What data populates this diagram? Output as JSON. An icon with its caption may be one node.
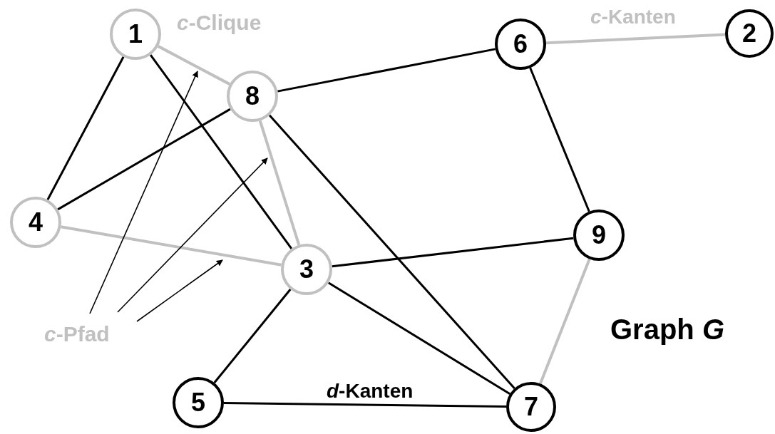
{
  "diagram": {
    "title": "Graph *G*",
    "nodes": [
      {
        "text": [
          "1"
        ]
      },
      {
        "text": [
          "6"
        ]
      },
      {
        "text": [
          "2"
        ]
      },
      {
        "text": [
          "8"
        ]
      },
      {
        "text": [
          "4"
        ]
      },
      {
        "text": [
          "9"
        ]
      },
      {
        "text": [
          "3"
        ]
      },
      {
        "text": [
          "*c*-Pfad"
        ]
      },
      {
        "text": [
          "5"
        ]
      },
      {
        "text": [
          "7"
        ]
      }
    ],
    "edges": [
      {
        "from": 0,
        "to": 4,
        "arrow": "none"
      },
      {
        "from": 0,
        "to": 6,
        "arrow": "none"
      },
      {
        "from": 0,
        "to": 3,
        "arrow": "none",
        "color": "#c0c0c0"
      },
      {
        "from": 3,
        "to": 1,
        "arrow": "none"
      },
      {
        "from": 3,
        "to": 4,
        "arrow": "none"
      },
      {
        "from": 3,
        "to": 6,
        "arrow": "none",
        "color": "#c0c0c0"
      },
      {
        "from": 3,
        "to": 9,
        "arrow": "none"
      },
      {
        "from": 1,
        "to": 2,
        "arrow": "none",
        "label": "*c*-Kanten",
        "color": "#c0c0c0"
      },
      {
        "from": 1,
        "to": 5,
        "arrow": "none"
      },
      {
        "from": 4,
        "to": 6,
        "arrow": "none",
        "color": "#c0c0c0"
      },
      {
        "from": 6,
        "to": 5,
        "arrow": "none"
      },
      {
        "from": 6,
        "to": 9,
        "arrow": "none"
      },
      {
        "from": 6,
        "to": 8,
        "arrow": "none"
      },
      {
        "from": 8,
        "to": 9,
        "arrow": "none",
        "label": "*d*-Kanten"
      },
      {
        "from": 5,
        "to": 9,
        "arrow": "none",
        "color": "#c0c0c0"
      },
      {
        "from": 7,
        "to": null,
        "arrow": "to"
      },
      {
        "from": 7,
        "to": null,
        "arrow": "to"
      },
      {
        "from": 7,
        "to": null,
        "arrow": "to"
      }
    ],
    "labels": [
      "*c*-Clique"
    ]
  }
}
